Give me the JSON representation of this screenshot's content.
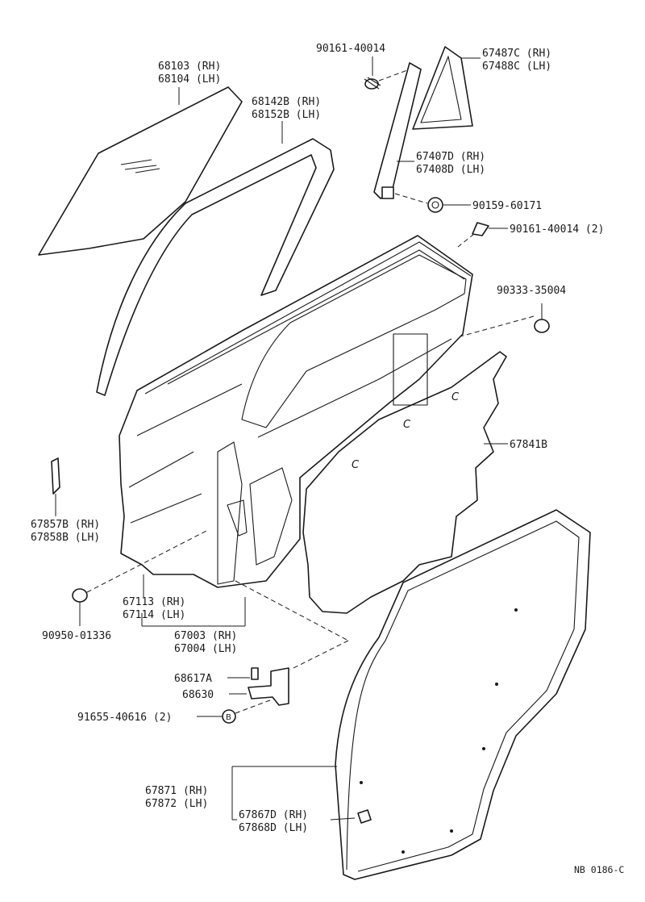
{
  "diagram": {
    "labels": {
      "glass": [
        "68103 (RH)",
        "68104 (LH)"
      ],
      "run_channel": [
        "68142B (RH)",
        "68152B (LH)"
      ],
      "screw_top": "90161-40014",
      "quarter_glass": [
        "67487C (RH)",
        "67488C (LH)"
      ],
      "division_bar": [
        "67407D (RH)",
        "67408D (LH)"
      ],
      "nut": "90159-60171",
      "screw_2": "90161-40014 (2)",
      "plug_right": "90333-35004",
      "service_hole_cover": "67841B",
      "moulding": [
        "67857B (RH)",
        "67858B (LH)"
      ],
      "panel": [
        "67113 (RH)",
        "67114 (LH)"
      ],
      "plug_left": "90950-01336",
      "door_assy": [
        "67003 (RH)",
        "67004 (LH)"
      ],
      "bolt_small": "68617A",
      "check": "68630",
      "bolt_2": "91655-40616 (2)",
      "weatherstrip": [
        "67871 (RH)",
        "67872 (LH)"
      ],
      "clip": [
        "67867D (RH)",
        "67868D (LH)"
      ],
      "ref_code": "NB 0186-C"
    },
    "icons": {
      "bolt_marker": "B"
    }
  }
}
